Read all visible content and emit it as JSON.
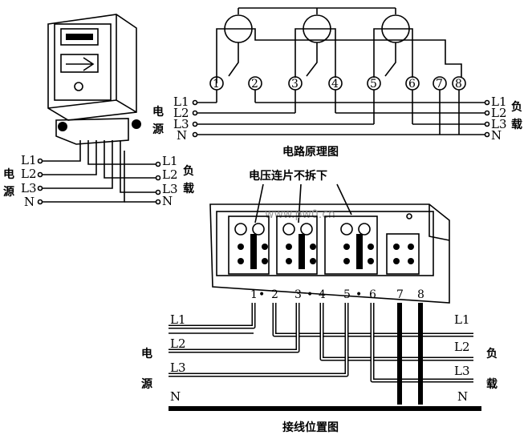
{
  "titles": {
    "schematic": "电路原理图",
    "wiring": "接线位置图",
    "callout": "电压连片不拆下"
  },
  "source_label": [
    "电",
    "源"
  ],
  "load_label": [
    "负",
    "载"
  ],
  "phases": [
    "L1",
    "L2",
    "L3",
    "N"
  ],
  "schematic_terminals": [
    "1",
    "2",
    "3",
    "4",
    "5",
    "6",
    "7",
    "8"
  ],
  "wiring_terminals": [
    "1",
    "2",
    "3",
    "4",
    "5",
    "6",
    "7",
    "8"
  ],
  "watermark": "www.pw0.cn"
}
